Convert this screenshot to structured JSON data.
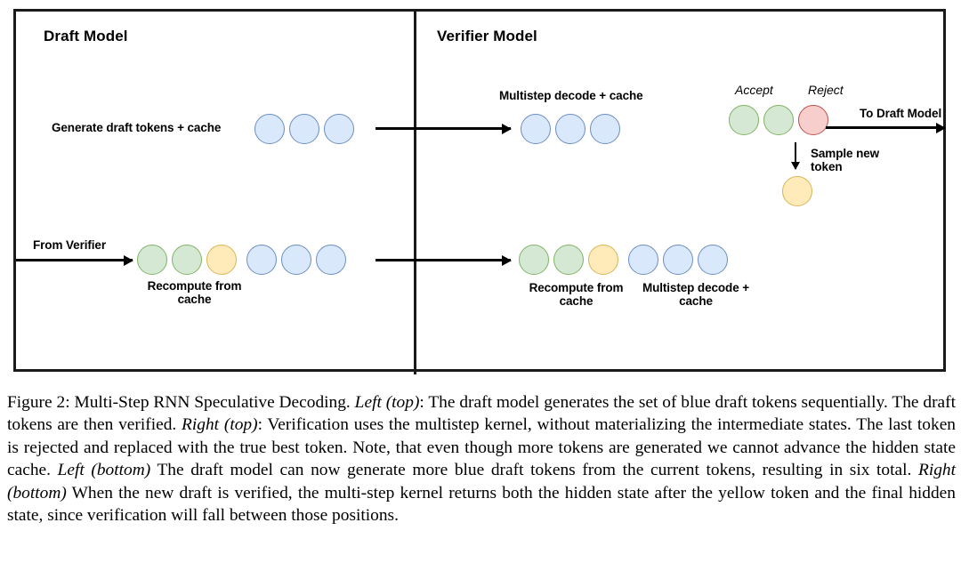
{
  "figure": {
    "panels": {
      "left": {
        "title": "Draft Model"
      },
      "right": {
        "title": "Verifier Model"
      }
    },
    "labels": {
      "generate_draft": "Generate draft tokens + cache",
      "multistep_decode_top": "Multistep decode + cache",
      "accept": "Accept",
      "reject": "Reject",
      "to_draft_model": "To Draft Model",
      "sample_new_token": "Sample new\ntoken",
      "from_verifier": "From Verifier",
      "recompute_from_cache_left": "Recompute from\ncache",
      "recompute_from_cache_right": "Recompute from\ncache",
      "multistep_decode_bottom": "Multistep decode +\ncache"
    },
    "colors": {
      "blue_fill": "#dae8fc",
      "blue_stroke": "#6c8ebf",
      "green_fill": "#d5e8d4",
      "green_stroke": "#82b366",
      "yellow_fill": "#ffeaba",
      "yellow_stroke": "#d6b656",
      "red_fill": "#f8cecc",
      "red_stroke": "#b85450",
      "frame": "#1a1a1a"
    },
    "token_rows": {
      "draft_top": [
        "blue",
        "blue",
        "blue"
      ],
      "verifier_top_decode": [
        "blue",
        "blue",
        "blue"
      ],
      "verifier_top_result": [
        "green",
        "green",
        "red"
      ],
      "verifier_top_sampled": [
        "yellow"
      ],
      "draft_bottom": [
        "green",
        "green",
        "yellow",
        "blue",
        "blue",
        "blue"
      ],
      "verifier_bottom": [
        "green",
        "green",
        "yellow",
        "blue",
        "blue",
        "blue"
      ]
    }
  },
  "caption": {
    "number": "Figure 2:",
    "title": "Multi-Step RNN Speculative Decoding.",
    "segments": [
      {
        "style": "italic",
        "text": "Left (top)"
      },
      {
        "style": "normal",
        "text": ": The draft model generates the set of blue draft tokens sequentially. The draft tokens are then verified. "
      },
      {
        "style": "italic",
        "text": "Right (top)"
      },
      {
        "style": "normal",
        "text": ": Verification uses the multistep kernel, without materializing the intermediate states. The last token is rejected and replaced with the true best token. Note, that even though more tokens are generated we cannot advance the hidden state cache. "
      },
      {
        "style": "italic",
        "text": "Left (bottom)"
      },
      {
        "style": "normal",
        "text": " The draft model can now generate more blue draft tokens from the current tokens, resulting in six total. "
      },
      {
        "style": "italic",
        "text": "Right (bottom)"
      },
      {
        "style": "normal",
        "text": " When the new draft is verified, the multi-step kernel returns both the hidden state after the yellow token and the final hidden state, since verification will fall between those positions."
      }
    ],
    "full_text": "Figure 2: Multi-Step RNN Speculative Decoding. Left (top): The draft model generates the set of blue draft tokens sequentially. The draft tokens are then verified. Right (top): Verification uses the multistep kernel, without materializing the intermediate states. The last token is rejected and replaced with the true best token. Note, that even though more tokens are generated we cannot advance the hidden state cache. Left (bottom) The draft model can now generate more blue draft tokens from the current tokens, resulting in six total. Right (bottom) When the new draft is verified, the multi-step kernel returns both the hidden state after the yellow token and the final hidden state, since verification will fall between those positions."
  }
}
